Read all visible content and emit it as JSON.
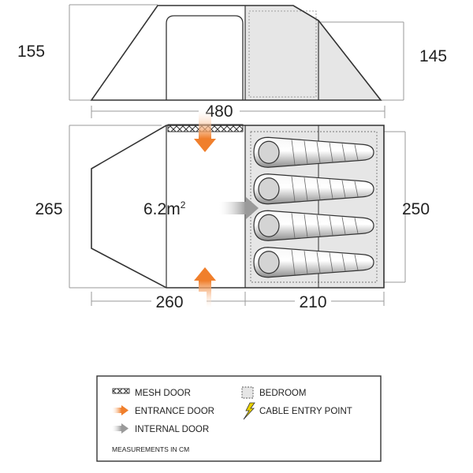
{
  "side_view": {
    "height_left": "155",
    "height_right": "145",
    "length": "480"
  },
  "floor_plan": {
    "width_left": "265",
    "width_right": "250",
    "living_length": "260",
    "bedroom_length": "210",
    "area_value": "6.2m",
    "area_unit_exp": "2",
    "sleeping_bags": 4
  },
  "legend": {
    "items": [
      {
        "key": "mesh_door",
        "label": "MESH DOOR"
      },
      {
        "key": "entrance_door",
        "label": "ENTRANCE DOOR"
      },
      {
        "key": "internal_door",
        "label": "INTERNAL DOOR"
      },
      {
        "key": "bedroom",
        "label": "BEDROOM"
      },
      {
        "key": "cable_entry",
        "label": "CABLE ENTRY POINT"
      }
    ],
    "note": "MEASUREMENTS IN CM"
  },
  "colors": {
    "outline": "#333333",
    "guide": "#999999",
    "bedroom_fill": "#e6e6e6",
    "entrance_arrow": "#f07f2c",
    "internal_arrow": "#9a9a9a",
    "cable_bolt": "#e8d000"
  }
}
